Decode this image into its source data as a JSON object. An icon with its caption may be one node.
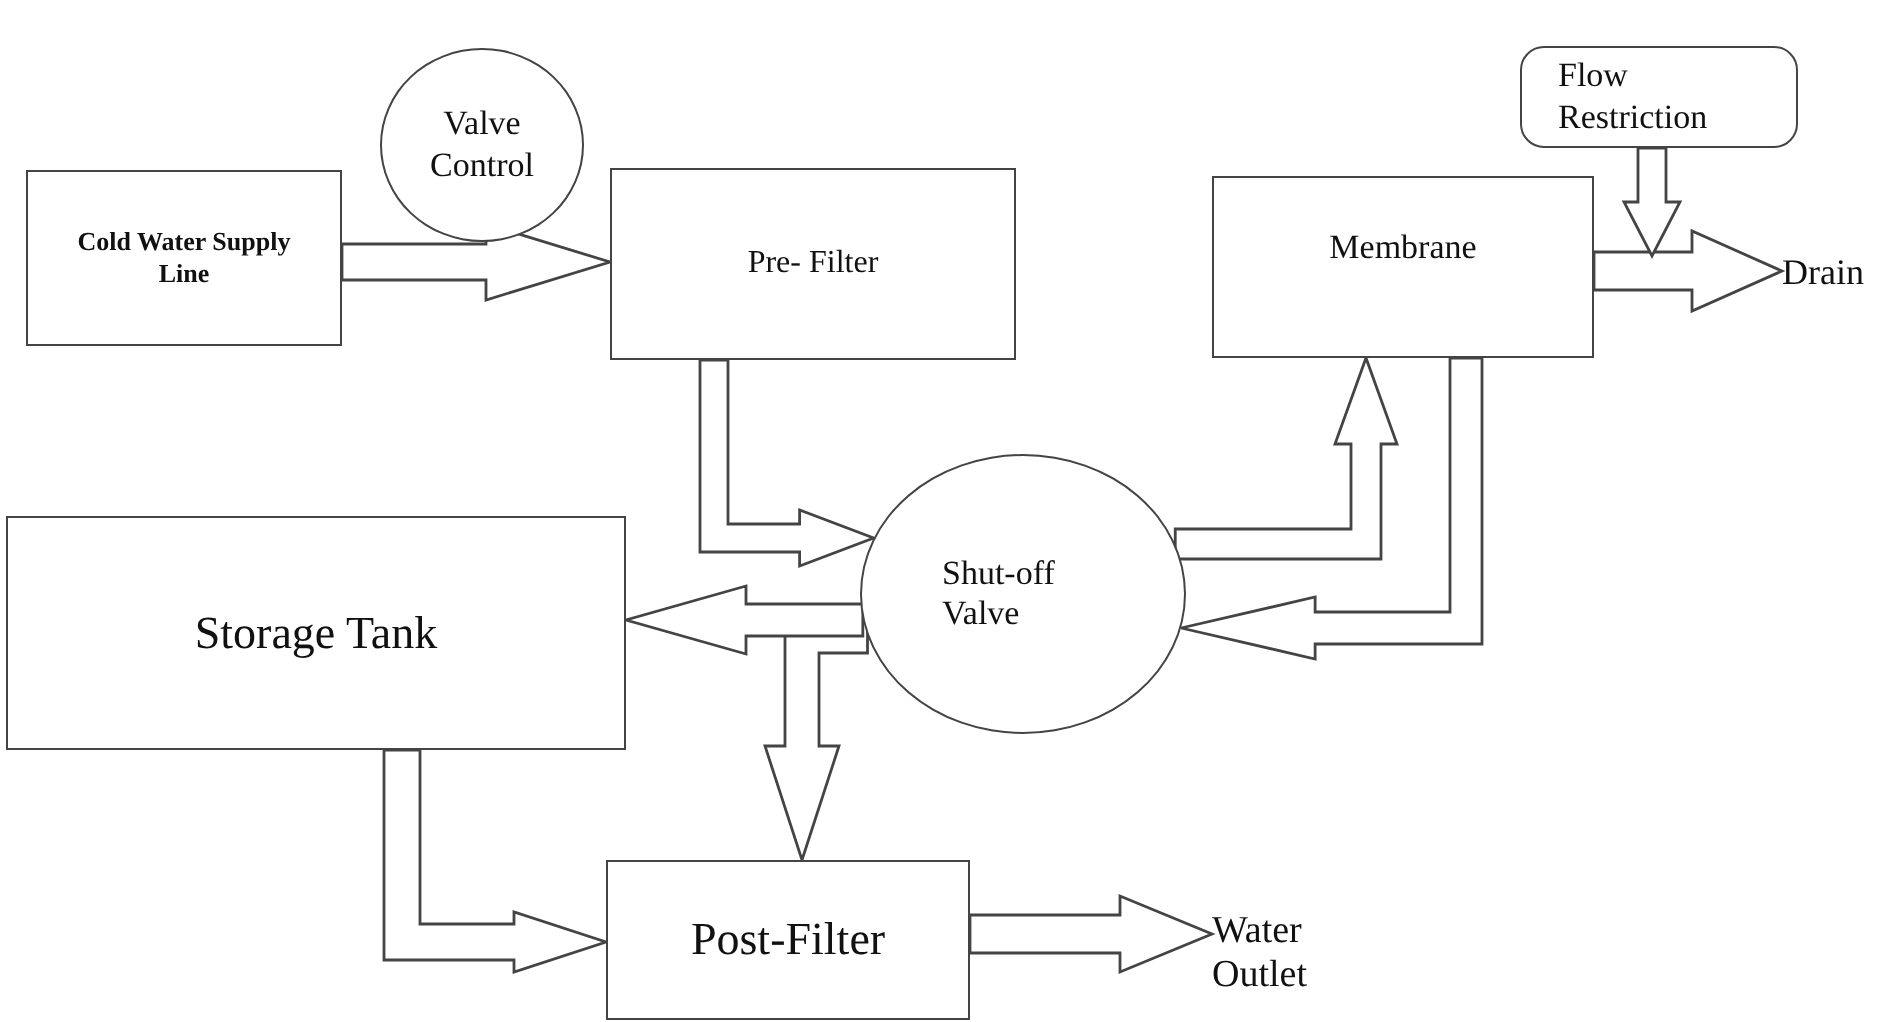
{
  "diagram": {
    "nodes": [
      {
        "text": [
          "Valve Control"
        ]
      },
      {
        "text": [
          "Cold Water Supply Line"
        ]
      },
      {
        "text": [
          "Pre- Filter"
        ]
      },
      {
        "text": [
          "Flow Restriction"
        ]
      },
      {
        "text": [
          "Membrane"
        ]
      },
      {
        "text": [
          "Drain"
        ]
      },
      {
        "text": [
          "Storage Tank"
        ]
      },
      {
        "text": [
          "Shut-off Valve"
        ]
      },
      {
        "text": [
          "Post-Filter"
        ]
      },
      {
        "text": [
          "Water Outlet"
        ]
      }
    ],
    "edges": [
      {
        "from": 1,
        "to": 2,
        "arrow": "to"
      },
      {
        "from": 2,
        "to": 7,
        "arrow": "to"
      },
      {
        "from": 7,
        "to": 4,
        "arrow": "to"
      },
      {
        "from": 4,
        "to": 7,
        "arrow": "to"
      },
      {
        "from": 4,
        "to": 5,
        "arrow": "to"
      },
      {
        "from": 3,
        "to": null,
        "arrow": "to"
      },
      {
        "from": 7,
        "to": 8,
        "arrow": "to"
      },
      {
        "from": 7,
        "to": 6,
        "arrow": "to"
      },
      {
        "from": 6,
        "to": 8,
        "arrow": "to"
      },
      {
        "from": 8,
        "to": 9,
        "arrow": "to"
      }
    ]
  }
}
